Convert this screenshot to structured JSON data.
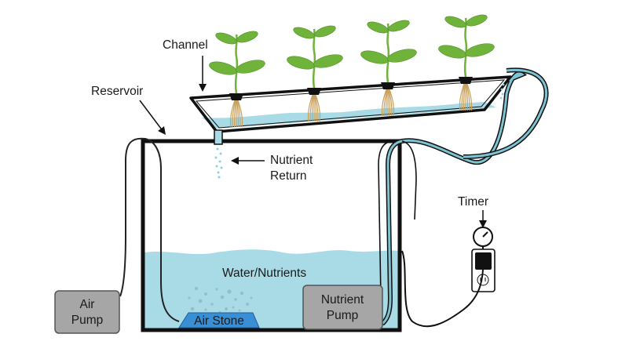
{
  "title": "Hydroponic NFT system diagram",
  "colors": {
    "water": "#a8dbe6",
    "tube": "#7ec3d1",
    "outline": "#111111",
    "leaf": "#6fb33b",
    "leaf_dark": "#4f8f2a",
    "root": "#c9a15e",
    "pump_box": "#a6a6a6",
    "air_stone": "#3a8ed4",
    "droplet": "#8fd0e2"
  },
  "labels": {
    "channel": "Channel",
    "reservoir": "Reservoir",
    "nutrient_return_line1": "Nutrient",
    "nutrient_return_line2": "Return",
    "timer": "Timer",
    "water_nutrients": "Water/Nutrients",
    "air_pump_line1": "Air",
    "air_pump_line2": "Pump",
    "air_stone": "Air Stone",
    "nutrient_pump_line1": "Nutrient",
    "nutrient_pump_line2": "Pump"
  },
  "plants": [
    {
      "name": "plant-1"
    },
    {
      "name": "plant-2"
    },
    {
      "name": "plant-3"
    },
    {
      "name": "plant-4"
    }
  ]
}
